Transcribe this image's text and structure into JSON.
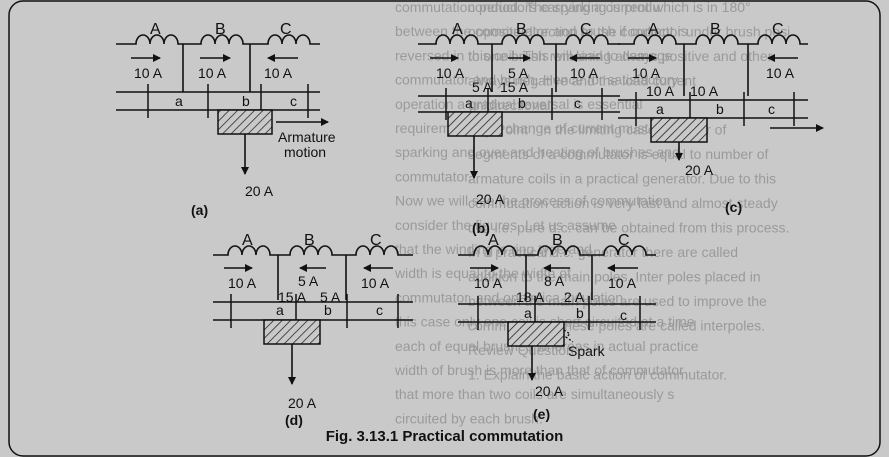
{
  "caption": "Fig. 3.13.1 Practical commutation",
  "colors": {
    "page": "#c9c9c9",
    "ink": "#111111",
    "ghost_text": "#9a9a9a",
    "panel": "#c9c9c9"
  },
  "coil_labels": [
    "A",
    "B",
    "C"
  ],
  "segment_labels": [
    "a",
    "b",
    "c"
  ],
  "annotations": {
    "armature_motion_line1": "Armature",
    "armature_motion_line2": "motion",
    "spark": "Spark"
  },
  "diagrams": [
    {
      "id": "a",
      "label": "(a)",
      "currents": {
        "coil_a": "10 A",
        "coil_b": "10 A",
        "coil_c": "10 A"
      },
      "output": "20 A"
    },
    {
      "id": "b",
      "label": "(b)",
      "currents": {
        "coil_a": "10 A",
        "coil_b": "5 A",
        "coil_c": "10 A",
        "left_lead": "5 A",
        "right_lead": "15 A"
      },
      "output": "20 A"
    },
    {
      "id": "c",
      "label": "(c)",
      "currents": {
        "coil_a": "10 A",
        "coil_c": "10 A",
        "left_lead": "10 A",
        "right_lead": "10 A"
      },
      "output": "20 A"
    },
    {
      "id": "d",
      "label": "(d)",
      "currents": {
        "coil_a": "10 A",
        "coil_b": "5 A",
        "coil_c": "10 A",
        "left_lead": "15 A",
        "right_lead": "5 A"
      },
      "output": "20 A"
    },
    {
      "id": "e",
      "label": "(e)",
      "currents": {
        "coil_a": "10 A",
        "coil_b": "8 A",
        "coil_c": "10 A",
        "left_lead": "18 A",
        "right_lead": "2 A"
      },
      "output": "20 A"
    }
  ],
  "background_text": {
    "left_column": [
      "commutation period. The sparking is produ",
      "between the commutator and brush if current is",
      "reversed in this coil. This will lead to damage",
      "commutator and brush. Hence for satisfactory",
      "operation a gradual reversal is essential",
      "requirement. The change of current must be with",
      "sparking and over and heating of brushes and",
      "commutator.",
      "Now we will see the process of commutation",
      "consider the figures. Let us assume",
      "that the winding is ring type and",
      "width is equal to the width of",
      "commutator, and one mica insulation.",
      "this case only one coil is short circuited at a time",
      "each of equal brushes whereas in actual practice",
      "width of brush is more than that of commutator",
      "that more than two coils are simultaneously s",
      "circuited by each brush."
    ],
    "right_column": [
      "conductors carrying a current which is in 180°",
      "opposite direction to the conductor under brush posi",
      "to one brush remaining always positive and other",
      "always negative and the load current",
      "unidirectional.",
      "Key Point : In the limiting case, number of",
      "segments of a commutator is equal to number of",
      "armature coils in a practical generator. Due to this",
      "commutation action is very fast and almost steady",
      "d.c. i.e. pure d.c. can be obtained from this process.",
      "In a practical d.c. generator there are called",
      "addition to the main poles. Inter poles placed in",
      "between the main poles are used to improve the",
      "commutation. These poles are called interpoles.",
      "Review Question",
      "1. Explain the basic action of commutator."
    ]
  }
}
